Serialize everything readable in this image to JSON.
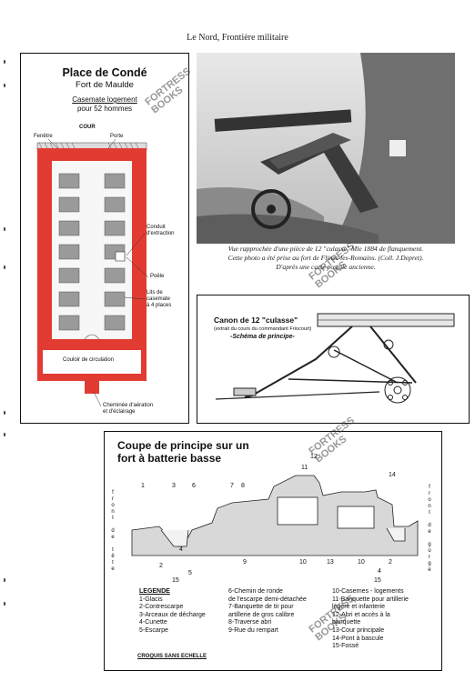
{
  "header": {
    "title": "Le Nord, Frontière militaire"
  },
  "conde": {
    "title": "Place de Condé",
    "subtitle": "Fort de Maulde",
    "desc1": "Casemate logement",
    "desc2": "pour 52 hommes",
    "labels": {
      "cour": "COUR",
      "fenetre": "Fenêtre",
      "porte": "Porte",
      "conduit1": "Conduit",
      "conduit2": "d'extraction",
      "poele": "Poêle",
      "lits1": "Lits de",
      "lits2": "casemate",
      "lits3": "à 4 places",
      "couloir": "Couloir de circulation",
      "chem1": "Cheminée d'aération",
      "chem2": "et d'éclairage"
    }
  },
  "photo": {
    "caption1": "Vue rapprochée d'une pièce de 12 \"culasse\" Mle 1884 de flanquement.",
    "caption2": "Cette photo a été prise au fort de Flines-les-Romains. (Coll. J.Depret).",
    "caption3": "D'après une carte postale ancienne."
  },
  "canon": {
    "title": "Canon de 12 \"culasse\"",
    "extract": "(extrait du cours du commandant Friocourt)",
    "schema": "-Schéma de principe-"
  },
  "coupe": {
    "title1": "Coupe de principe sur un",
    "title2": "fort à batterie basse",
    "left_side": [
      "f",
      "r",
      "o",
      "n",
      "t",
      "",
      "d",
      "e",
      "",
      "t",
      "ê",
      "t",
      "e"
    ],
    "right_side": [
      "f",
      "r",
      "o",
      "n",
      "t",
      "",
      "d",
      "e",
      "",
      "g",
      "o",
      "r",
      "g",
      "e"
    ],
    "numbers": [
      "1",
      "3",
      "6",
      "7",
      "8",
      "11",
      "12",
      "14",
      "2",
      "4",
      "5",
      "15",
      "9",
      "10",
      "13",
      "10",
      "2",
      "4",
      "15"
    ],
    "legend_col1": [
      "LEGENDE",
      "1-Glacis",
      "2-Contrescarpe",
      "3-Arceaux de décharge",
      "4-Cunette",
      "5-Escarpe"
    ],
    "legend_col2": [
      "6-Chemin de ronde",
      "de l'escarpe demi-détachée",
      "7-Banquette de tir pour",
      "artillerie de gros calibre",
      "8-Traverse abri",
      "9-Rue du rempart"
    ],
    "legend_col3": [
      "10-Casernes - logements",
      "11-Banquette pour artillerie",
      "légère et infanterie",
      "12-Abri et accès à la",
      "banquette",
      "13-Cour principale",
      "14-Pont à bascule",
      "15-Fossé"
    ],
    "croquis": "CROQUIS SANS ECHELLE"
  },
  "watermark": {
    "line1": "FORTRESS",
    "line2": "BOOKS"
  },
  "colors": {
    "wall_red": "#e23b32",
    "room_gray": "#9a9a9a",
    "border": "#111111"
  }
}
